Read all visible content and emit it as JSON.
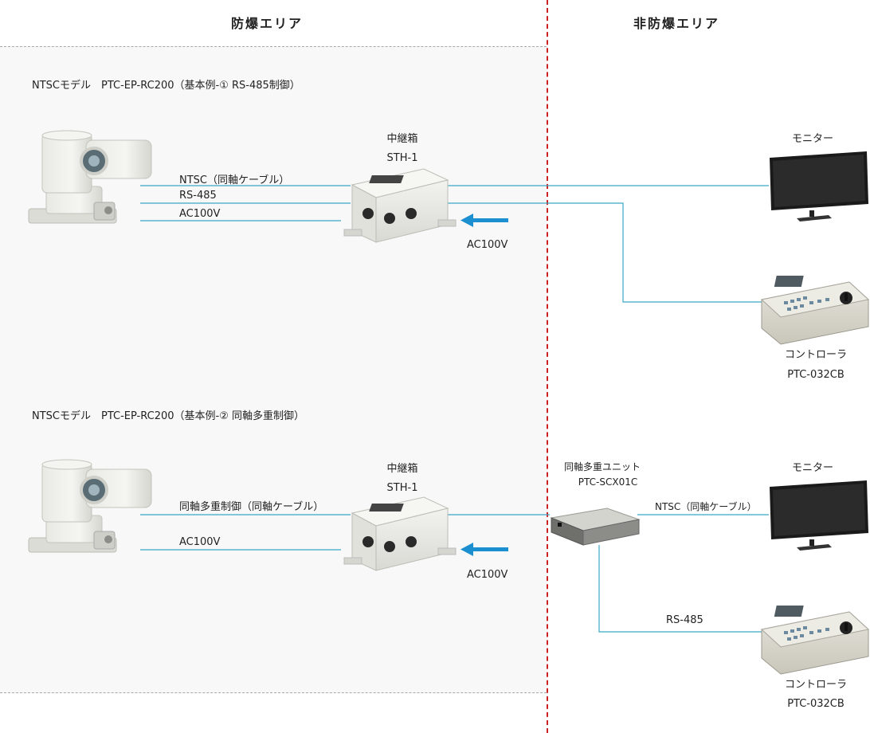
{
  "zones": {
    "hazardous": "防爆エリア",
    "non_hazardous": "非防爆エリア"
  },
  "example1": {
    "title": "NTSCモデル　PTC-EP-RC200（基本例-① RS-485制御）",
    "junction_label": "中継箱",
    "junction_model": "STH-1",
    "cable_ntsc": "NTSC（同軸ケーブル）",
    "cable_rs485": "RS-485",
    "cable_ac": "AC100V",
    "ac_input": "AC100V",
    "monitor_label": "モニター",
    "controller_label": "コントローラ",
    "controller_model": "PTC-032CB"
  },
  "example2": {
    "title": "NTSCモデル　PTC-EP-RC200（基本例-② 同軸多重制御）",
    "junction_label": "中継箱",
    "junction_model": "STH-1",
    "cable_coax": "同軸多重制御（同軸ケーブル）",
    "cable_ac": "AC100V",
    "ac_input": "AC100V",
    "unit_label": "同軸多重ユニット",
    "unit_model": "PTC-SCX01C",
    "cable_ntsc": "NTSC（同軸ケーブル）",
    "cable_rs485": "RS-485",
    "monitor_label": "モニター",
    "controller_label": "コントローラ",
    "controller_model": "PTC-032CB"
  },
  "colors": {
    "line": "#3aa6c8",
    "arrow": "#1b8fd0",
    "divider": "#cc2222"
  }
}
